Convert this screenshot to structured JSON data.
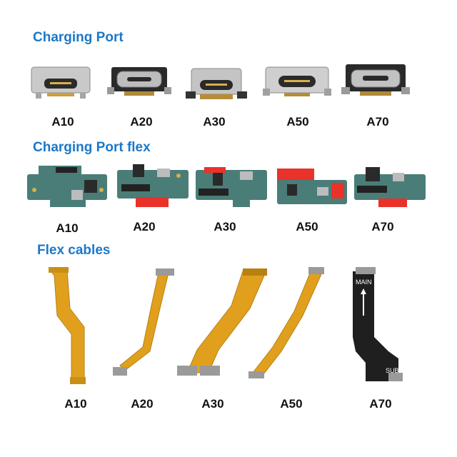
{
  "colors": {
    "heading": "#1b78c8",
    "pcb": "#4a7d78",
    "metal": "#b8b8b8",
    "flex": "#e0a01e",
    "sticker": "#e8322a"
  },
  "sections": [
    {
      "title": "Charging Port",
      "models": [
        "A10",
        "A20",
        "A30",
        "A50",
        "A70"
      ]
    },
    {
      "title": "Charging Port flex",
      "models": [
        "A10",
        "A20",
        "A30",
        "A50",
        "A70"
      ]
    },
    {
      "title": "Flex cables",
      "models": [
        "A10",
        "A20",
        "A30",
        "A50",
        "A70"
      ]
    }
  ],
  "cable_text": {
    "main": "MAIN",
    "sub": "SUB"
  }
}
